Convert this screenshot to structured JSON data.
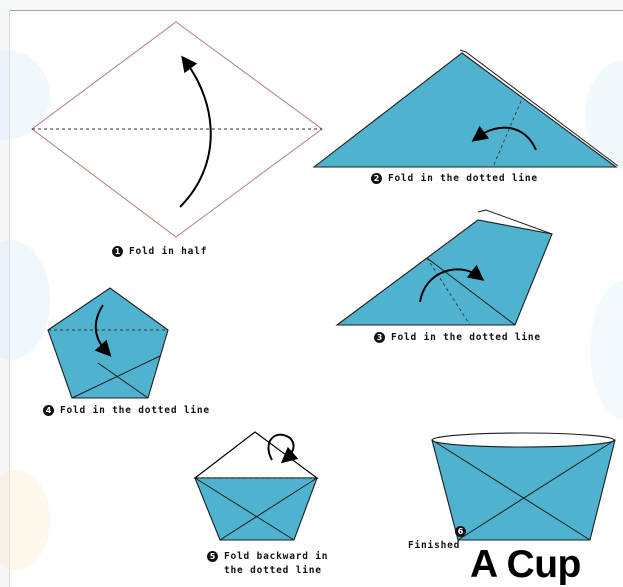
{
  "steps": [
    {
      "number": "1",
      "caption": "Fold in half"
    },
    {
      "number": "2",
      "caption": "Fold in the dotted line"
    },
    {
      "number": "3",
      "caption": "Fold in the dotted line"
    },
    {
      "number": "4",
      "caption": "Fold in the dotted line"
    },
    {
      "number": "5",
      "caption_line1": "Fold backward in",
      "caption_line2": "the dotted line"
    },
    {
      "number": "6",
      "caption": "Finished"
    }
  ],
  "title": "A Cup",
  "colors": {
    "paper_blue": "#4fb3d0",
    "outline": "#1c1c1c",
    "background": "#ffffff"
  }
}
